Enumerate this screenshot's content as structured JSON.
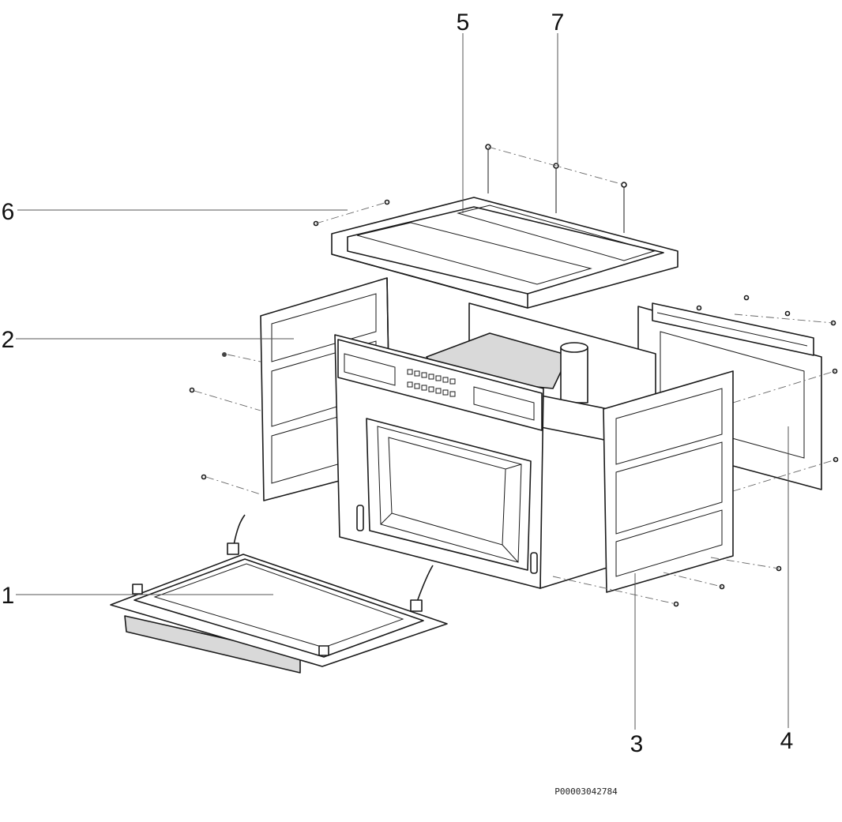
{
  "callouts": {
    "c1": "1",
    "c2": "2",
    "c3": "3",
    "c4": "4",
    "c5": "5",
    "c6": "6",
    "c7": "7"
  },
  "document_id": "P00003042784",
  "colors": {
    "line": "#1a1a1a",
    "background": "#ffffff"
  }
}
